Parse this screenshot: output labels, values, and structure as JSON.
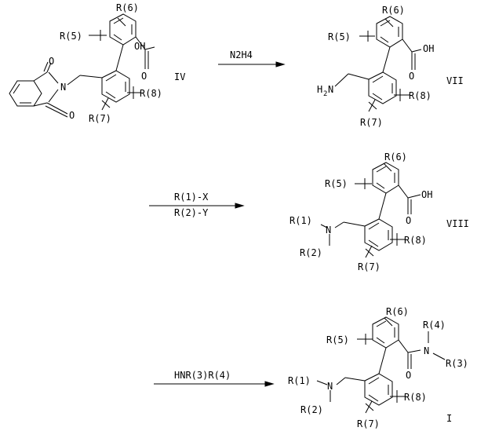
{
  "labels": {
    "r5": "R(5)",
    "r6": "R(6)",
    "r7": "R(7)",
    "r8": "R(8)",
    "r1": "R(1)",
    "r2": "R(2)",
    "r3": "R(3)",
    "r4": "R(4)",
    "oh": "OH",
    "o": "O",
    "n": "N",
    "h": "H",
    "h2": "2"
  },
  "compounds": {
    "iv": "IV",
    "vii": "VII",
    "viii": "VIII",
    "i": "I"
  },
  "reagents": {
    "step1": "N2H4",
    "step2_top": "R(1)-X",
    "step2_bottom": "R(2)-Y",
    "step3": "HNR(3)R(4)"
  }
}
